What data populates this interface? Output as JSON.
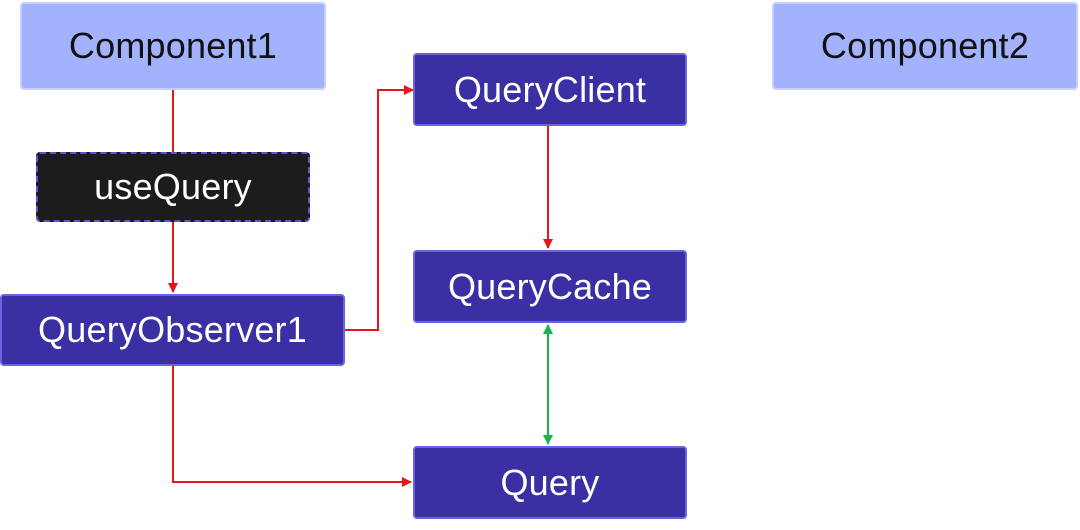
{
  "nodes": {
    "component1": "Component1",
    "component2": "Component2",
    "use_query": "useQuery",
    "query_observer1": "QueryObserver1",
    "query_client": "QueryClient",
    "query_cache": "QueryCache",
    "query": "Query"
  },
  "colors": {
    "flow_arrow": "#e4161b",
    "bidirectional_arrow": "#19b34a",
    "component_fill": "#a3b2fc",
    "core_fill": "#3a2fa3",
    "hook_fill": "#1c1c1c"
  }
}
